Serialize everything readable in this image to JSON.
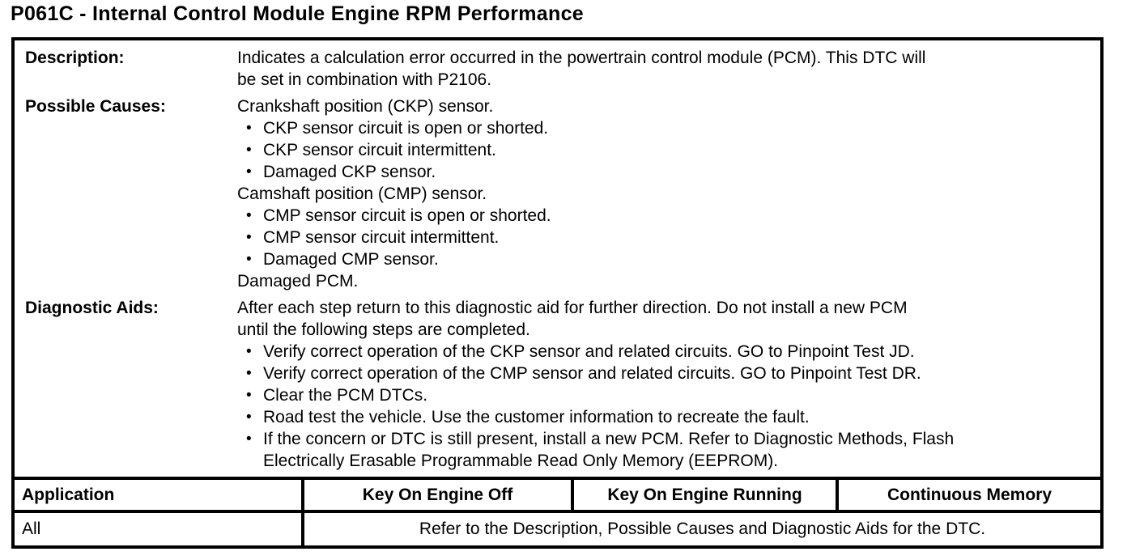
{
  "glyphs": {
    "bullet": "•"
  },
  "title": "P061C - Internal Control Module Engine RPM Performance",
  "dtc_table": {
    "rows": [
      {
        "label": "Description:",
        "lines": [
          "Indicates a calculation error occurred in the powertrain control module (PCM). This DTC will",
          "be set in combination with P2106."
        ]
      },
      {
        "label": "Possible Causes:",
        "lines": [
          "Crankshaft position (CKP) sensor.",
          "CKP sensor circuit is open or shorted.",
          "CKP sensor circuit intermittent.",
          "Damaged CKP sensor.",
          "Camshaft position (CMP) sensor.",
          "CMP sensor circuit is open or shorted.",
          "CMP sensor circuit intermittent.",
          "Damaged CMP sensor.",
          "Damaged PCM."
        ]
      },
      {
        "label": "Diagnostic Aids:",
        "lines": [
          "After each step return to this diagnostic aid for further direction. Do not install a new PCM",
          "until the following steps are completed.",
          "Verify correct operation of the CKP sensor and related circuits. GO to Pinpoint Test JD.",
          "Verify correct operation of the CMP sensor and related circuits. GO to Pinpoint Test DR.",
          "Clear the PCM DTCs.",
          "Road test the vehicle. Use the customer information to recreate the fault.",
          "If the concern or DTC is still present, install a new PCM. Refer to Diagnostic Methods, Flash",
          "Electrically Erasable Programmable Read Only Memory (EEPROM)."
        ]
      }
    ]
  },
  "application_table": {
    "headers": {
      "application": "Application",
      "key_on_engine_off": "Key On Engine Off",
      "key_on_engine_running": "Key On Engine Running",
      "continuous_memory": "Continuous Memory"
    },
    "data_row": {
      "application": "All",
      "value": "Refer to the Description, Possible Causes and Diagnostic Aids for the DTC."
    }
  }
}
